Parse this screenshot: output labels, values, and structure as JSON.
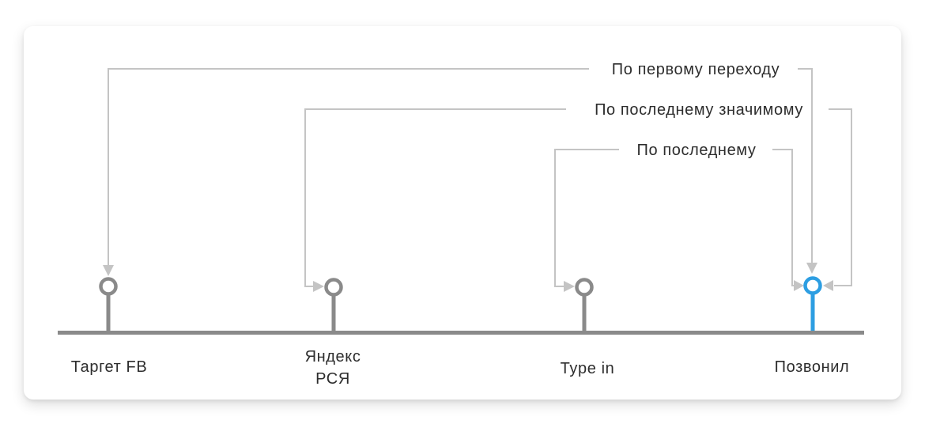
{
  "colors": {
    "accent_blue": "#2D9EE2",
    "point_gray": "#8A8A8A",
    "connector_gray": "#C4C4C4",
    "text_dark": "#2D2D2D"
  },
  "diagram": {
    "models": [
      {
        "label": "По первому переходу",
        "from": "Таргет FB",
        "to": "Позвонил"
      },
      {
        "label": "По последнему значимому",
        "from": "Яндекс РСЯ",
        "to": "Позвонил"
      },
      {
        "label": "По последнему",
        "from": "Type in",
        "to": "Позвонил"
      }
    ],
    "timeline": {
      "points": [
        {
          "label": "Таргет FB",
          "lines": [
            "Таргет FB"
          ],
          "highlighted": false
        },
        {
          "label": "Яндекс РСЯ",
          "lines": [
            "Яндекс",
            "РСЯ"
          ],
          "highlighted": false
        },
        {
          "label": "Type in",
          "lines": [
            "Type in"
          ],
          "highlighted": false
        },
        {
          "label": "Позвонил",
          "lines": [
            "Позвонил"
          ],
          "highlighted": true
        }
      ]
    }
  }
}
